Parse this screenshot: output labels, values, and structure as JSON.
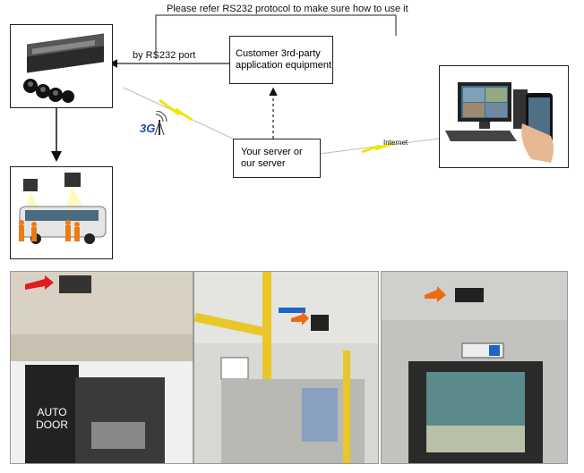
{
  "diagram": {
    "protocol_note": "Please refer RS232 protocol to make sure how to use it",
    "port_label": "by RS232 port",
    "equipment_label": "Customer 3rd-party\napplication equipment",
    "network_label": "3G",
    "server_label": "Your server or\nour server",
    "internet_label": "Internet"
  },
  "photos": {
    "door_sign": "AUTO\nDOOR"
  }
}
